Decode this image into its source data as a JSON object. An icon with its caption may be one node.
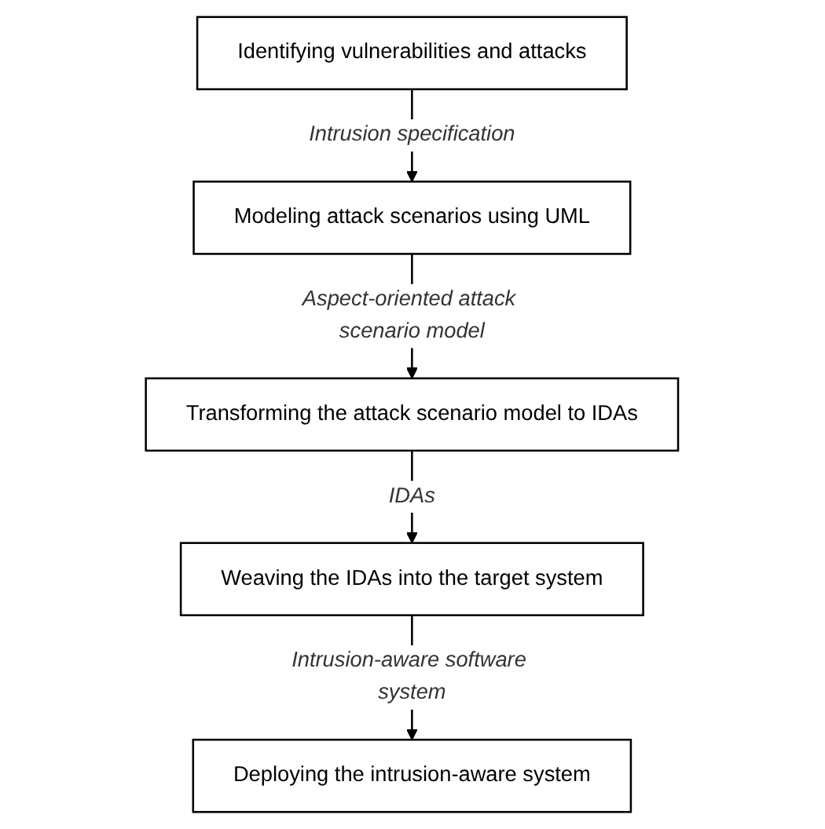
{
  "diagram": {
    "nodes": [
      {
        "text": [
          "Identifying vulnerabilities and attacks"
        ]
      },
      {
        "text": [
          "Modeling attack scenarios using UML"
        ]
      },
      {
        "text": [
          "Transforming the attack scenario model to IDAs"
        ]
      },
      {
        "text": [
          "Weaving the IDAs into the target system"
        ]
      },
      {
        "text": [
          "Deploying the intrusion-aware system"
        ]
      }
    ],
    "edges": [
      {
        "from": 0,
        "to": 1,
        "arrow": "to",
        "label": "Intrusion specification"
      },
      {
        "from": 1,
        "to": 2,
        "arrow": "to",
        "label": "Aspect-oriented attack scenario model"
      },
      {
        "from": 2,
        "to": 3,
        "arrow": "to",
        "label": "IDAs"
      },
      {
        "from": 3,
        "to": 4,
        "arrow": "to",
        "label": "Intrusion-aware software system"
      }
    ]
  }
}
